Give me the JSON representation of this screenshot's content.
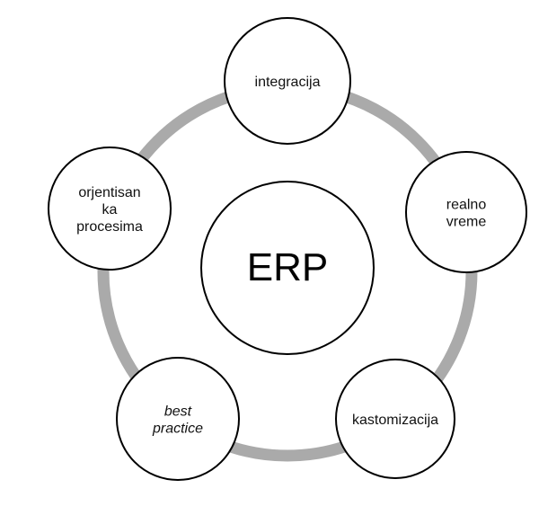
{
  "diagram": {
    "center": {
      "label": "ERP"
    },
    "nodes": [
      {
        "id": "integracija",
        "lines": [
          "integracija"
        ],
        "italic": false
      },
      {
        "id": "realno-vreme",
        "lines": [
          "realno",
          "vreme"
        ],
        "italic": false
      },
      {
        "id": "kastomizacija",
        "lines": [
          "kastomizacija"
        ],
        "italic": false
      },
      {
        "id": "best-practice",
        "lines": [
          "best",
          "practice"
        ],
        "italic": true
      },
      {
        "id": "orjentisan-ka-procesima",
        "lines": [
          "orjentisan",
          "ka",
          "procesima"
        ],
        "italic": false
      }
    ],
    "colors": {
      "ring": "#aaaaaa",
      "circle_stroke": "#000000",
      "circle_fill": "#ffffff"
    }
  }
}
